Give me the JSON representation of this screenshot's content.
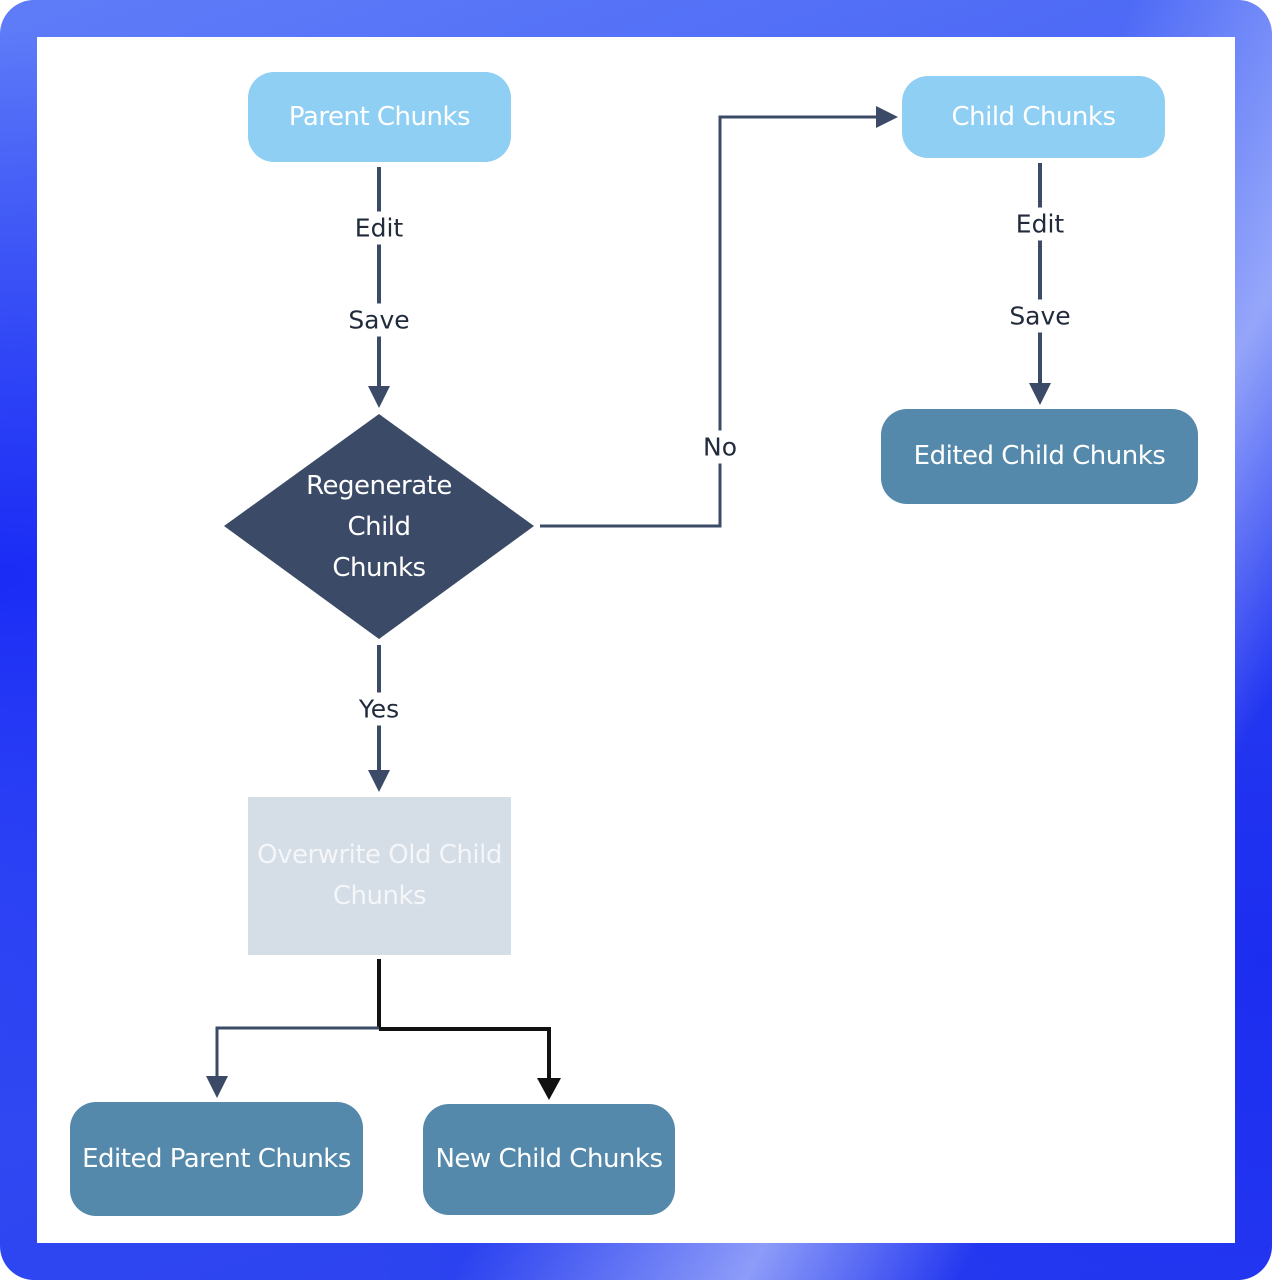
{
  "nodes": {
    "parent_chunks": "Parent Chunks",
    "child_chunks": "Child Chunks",
    "regenerate": "Regenerate\nChild\nChunks",
    "edited_child": "Edited Child Chunks",
    "overwrite": "Overwrite Old Child\nChunks",
    "edited_parent": "Edited Parent Chunks",
    "new_child": "New Child Chunks"
  },
  "edge_labels": {
    "left_edit": "Edit",
    "left_save": "Save",
    "no": "No",
    "right_edit": "Edit",
    "right_save": "Save",
    "yes": "Yes"
  },
  "colors": {
    "light_node": "#8fcff4",
    "dark_node": "#5489ac",
    "decision": "#3b4a66",
    "process_grey": "#d5dde6",
    "connector": "#3b4a66"
  }
}
